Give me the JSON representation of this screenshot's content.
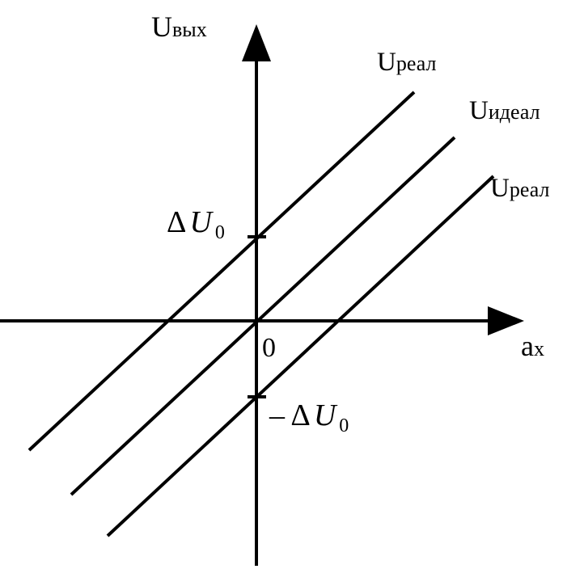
{
  "axes": {
    "y_label": "U",
    "y_label_sub": "вых",
    "x_label": "a",
    "x_label_sub": "x",
    "origin_label": "0"
  },
  "ticks": {
    "upper": {
      "delta": "Δ",
      "u": "U",
      "sub": "0"
    },
    "lower": {
      "delta": "– Δ",
      "u": "U",
      "sub": "0"
    }
  },
  "lines": {
    "upper_label": "U",
    "upper_label_sub": "реал",
    "middle_label": "U",
    "middle_label_sub": "идеал",
    "lower_label": "U",
    "lower_label_sub": "реал"
  },
  "colors": {
    "stroke": "#000000"
  }
}
